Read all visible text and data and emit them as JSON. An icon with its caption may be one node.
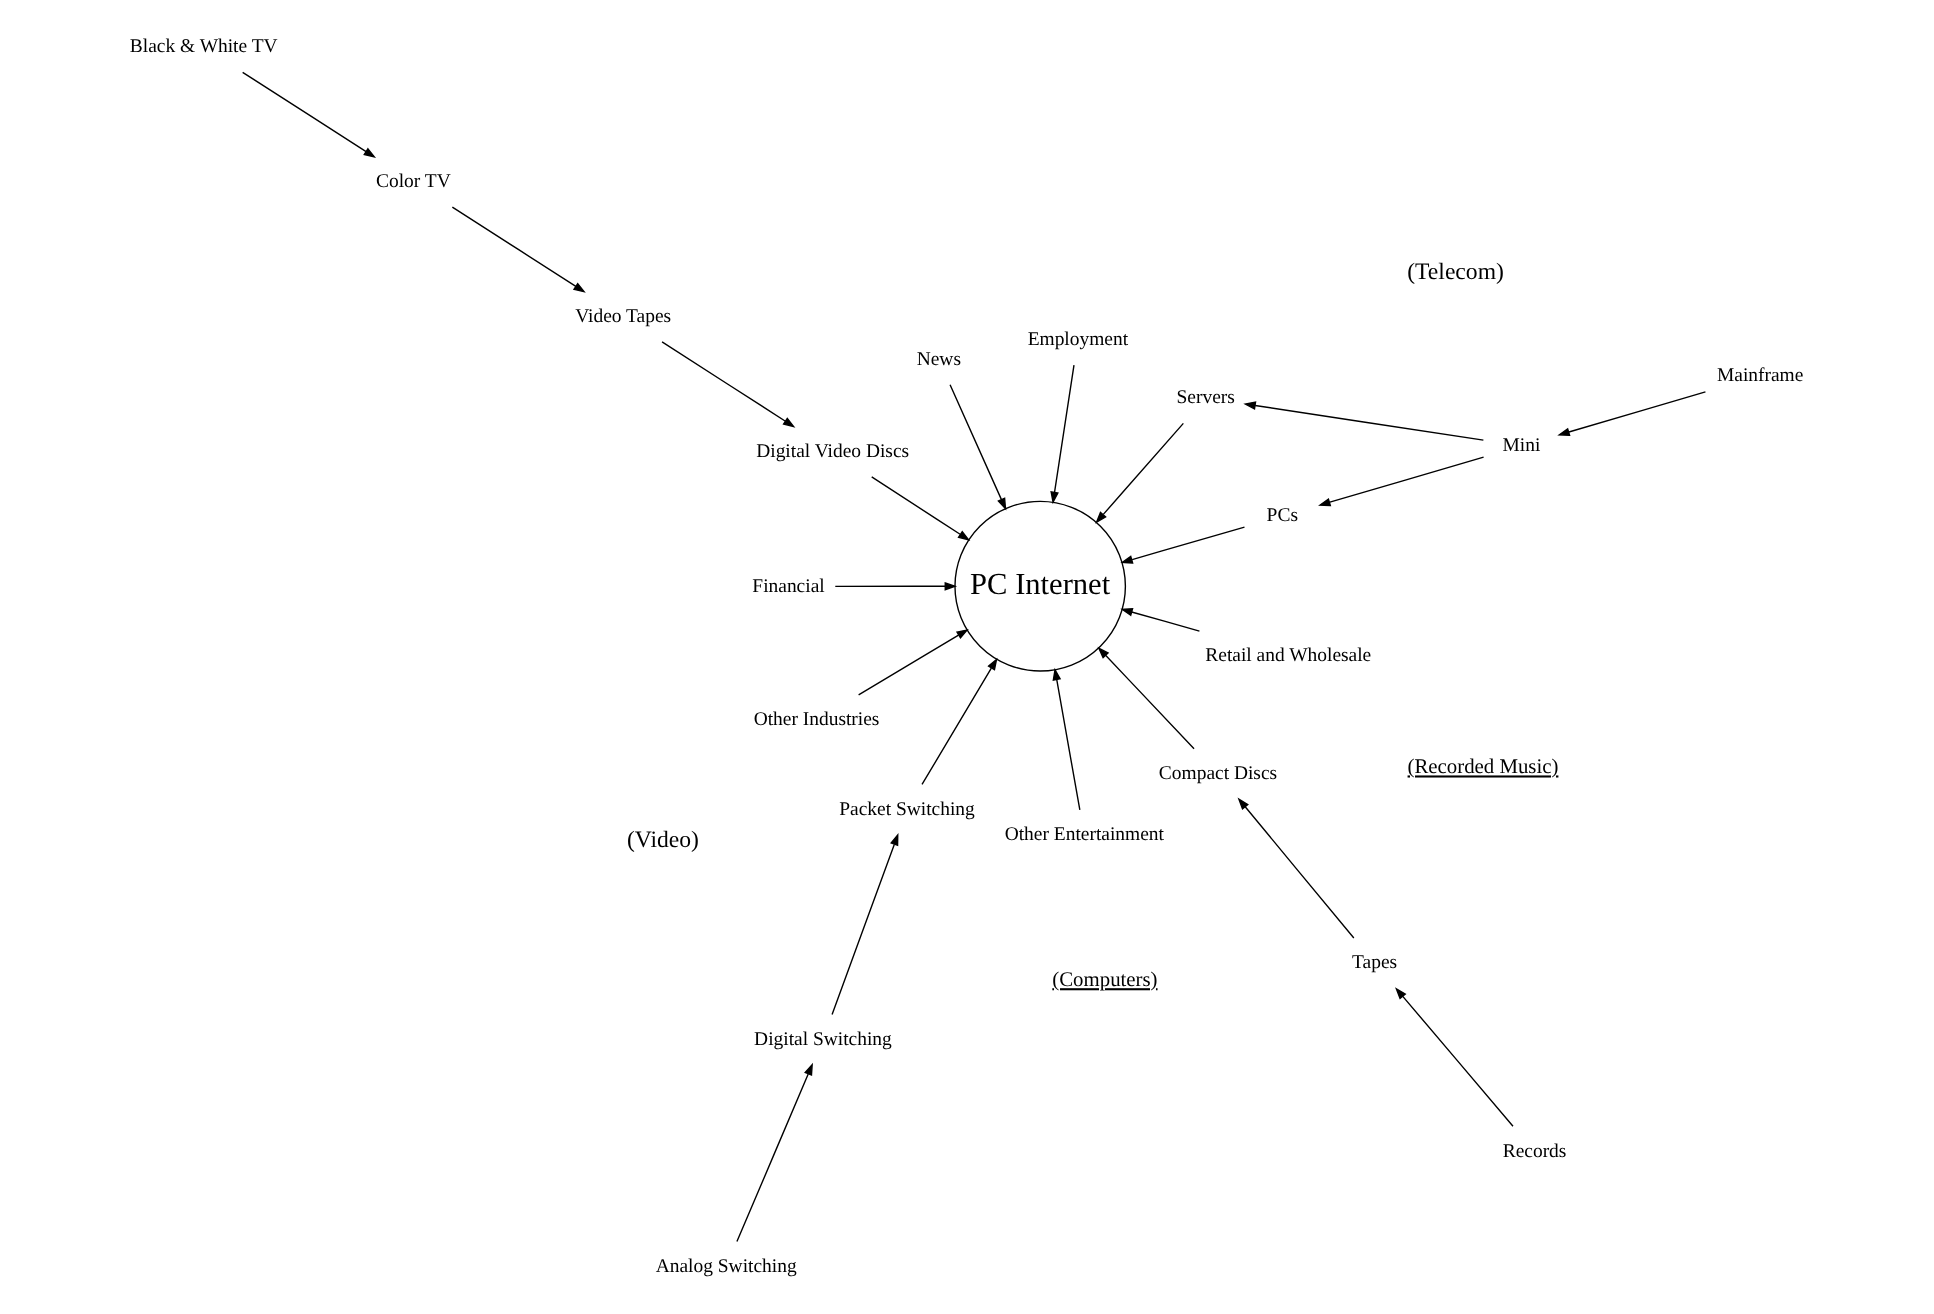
{
  "diagram": {
    "nodes": [
      {
        "text": [
          "PC Internet"
        ]
      },
      {
        "text": [
          "Mainframe"
        ]
      },
      {
        "text": [
          "Mini"
        ]
      },
      {
        "text": [
          "PCs"
        ]
      },
      {
        "text": [
          "Servers"
        ]
      },
      {
        "text": [
          "Employment"
        ]
      },
      {
        "text": [
          "News"
        ]
      },
      {
        "text": [
          "Black & White TV"
        ]
      },
      {
        "text": [
          "Color TV"
        ]
      },
      {
        "text": [
          "Video Tapes"
        ]
      },
      {
        "text": [
          "Digital Video Discs"
        ]
      },
      {
        "text": [
          "Financial"
        ]
      },
      {
        "text": [
          "Other Industries"
        ]
      },
      {
        "text": [
          "Packet Switching"
        ]
      },
      {
        "text": [
          "Digital Switching"
        ]
      },
      {
        "text": [
          "Analog Switching"
        ]
      },
      {
        "text": [
          "Other Entertainment"
        ]
      },
      {
        "text": [
          "Compact Discs"
        ]
      },
      {
        "text": [
          "Tapes"
        ]
      },
      {
        "text": [
          "Records"
        ]
      },
      {
        "text": [
          "Retail and Wholesale"
        ]
      }
    ],
    "edges": [
      {
        "from": 1,
        "to": 2,
        "arrow": "to"
      },
      {
        "from": 2,
        "to": 3,
        "arrow": "to"
      },
      {
        "from": 2,
        "to": 4,
        "arrow": "to"
      },
      {
        "from": 3,
        "to": 0,
        "arrow": "to"
      },
      {
        "from": 4,
        "to": 0,
        "arrow": "to"
      },
      {
        "from": 5,
        "to": 0,
        "arrow": "to"
      },
      {
        "from": 6,
        "to": 0,
        "arrow": "to"
      },
      {
        "from": 7,
        "to": 8,
        "arrow": "to"
      },
      {
        "from": 8,
        "to": 9,
        "arrow": "to"
      },
      {
        "from": 9,
        "to": 10,
        "arrow": "to"
      },
      {
        "from": 10,
        "to": 0,
        "arrow": "to"
      },
      {
        "from": 11,
        "to": 0,
        "arrow": "to"
      },
      {
        "from": 12,
        "to": 0,
        "arrow": "to"
      },
      {
        "from": 15,
        "to": 14,
        "arrow": "to"
      },
      {
        "from": 14,
        "to": 13,
        "arrow": "to"
      },
      {
        "from": 13,
        "to": 0,
        "arrow": "to"
      },
      {
        "from": 16,
        "to": 0,
        "arrow": "to"
      },
      {
        "from": 19,
        "to": 18,
        "arrow": "to"
      },
      {
        "from": 18,
        "to": 17,
        "arrow": "to"
      },
      {
        "from": 17,
        "to": 0,
        "arrow": "to"
      },
      {
        "from": 20,
        "to": 0,
        "arrow": "to"
      }
    ],
    "labels": [
      "(Computers)",
      "(Video)",
      "(Telecom)",
      "(Recorded Music)"
    ]
  }
}
